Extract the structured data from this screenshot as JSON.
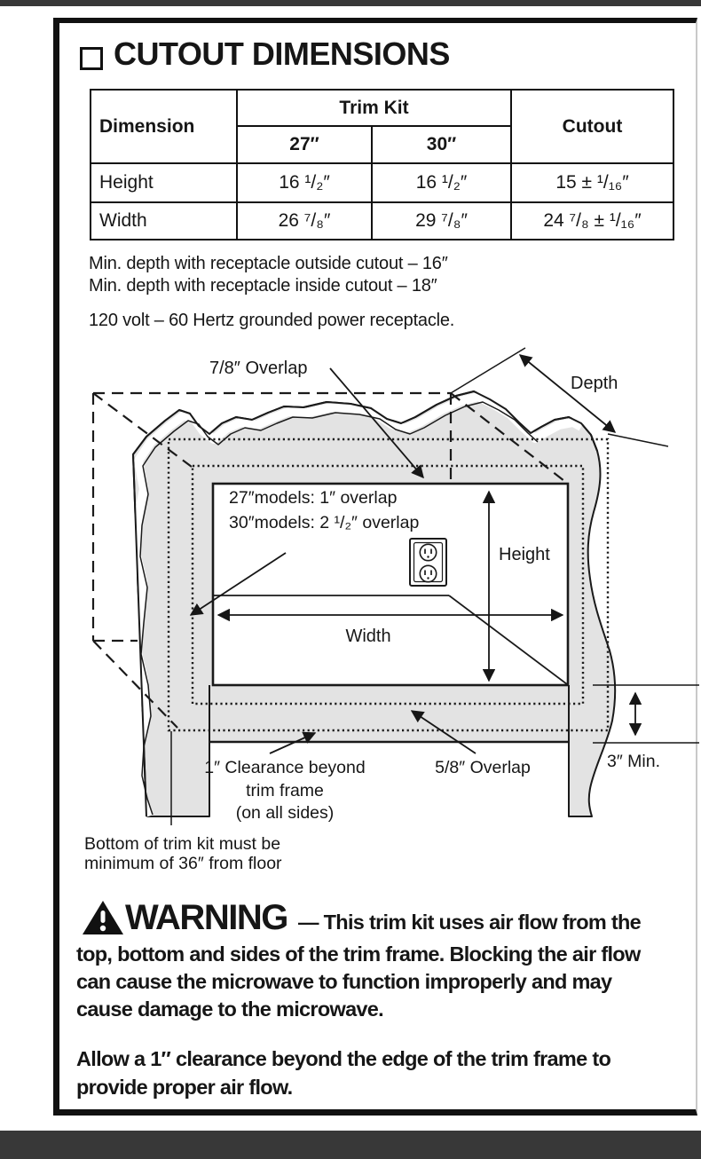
{
  "page": {
    "colors": {
      "bar": "#383838",
      "frame": "#111111",
      "wall_fill": "#e3e3e3"
    }
  },
  "section": {
    "title": "CUTOUT DIMENSIONS"
  },
  "table": {
    "headers": {
      "dimension": "Dimension",
      "trim_kit": "Trim Kit",
      "size_27": "27″",
      "size_30": "30″",
      "cutout": "Cutout"
    },
    "rows": [
      {
        "dimension": "Height",
        "trim_27": "16 ¹/₂″",
        "trim_30": "16 ¹/₂″",
        "cutout": "15 ± ¹/₁₆″"
      },
      {
        "dimension": "Width",
        "trim_27": "26 ⁷/₈″",
        "trim_30": "29 ⁷/₈″",
        "cutout": "24 ⁷/₈ ± ¹/₁₆″"
      }
    ]
  },
  "notes": {
    "depth_outside": "Min. depth with receptacle outside cutout – 16″",
    "depth_inside": "Min. depth with receptacle inside cutout – 18″",
    "power": "120 volt – 60 Hertz grounded power receptacle."
  },
  "diagram": {
    "labels": {
      "overlap_78": "7/8″ Overlap",
      "depth": "Depth",
      "models_27": "27″models: 1″ overlap",
      "models_30": "30″models: 2 ¹/₂″ overlap",
      "height": "Height",
      "width": "Width",
      "clearance_1": "1″ Clearance beyond",
      "clearance_2": "trim frame",
      "clearance_3": "(on all sides)",
      "overlap_58": "5/8″ Overlap",
      "min_3": "3″ Min.",
      "bottom_note_1": "Bottom of trim kit must be",
      "bottom_note_2": "minimum of 36″ from floor"
    }
  },
  "warning": {
    "title": "WARNING",
    "lead": "— This trim kit uses air flow from the",
    "lines": [
      "top, bottom and sides of the trim frame. Blocking the air flow",
      "can cause the microwave to function improperly and may",
      "cause damage to the microwave."
    ],
    "para2": [
      "Allow a 1″ clearance beyond the edge of the trim frame to",
      "provide proper air flow."
    ]
  }
}
